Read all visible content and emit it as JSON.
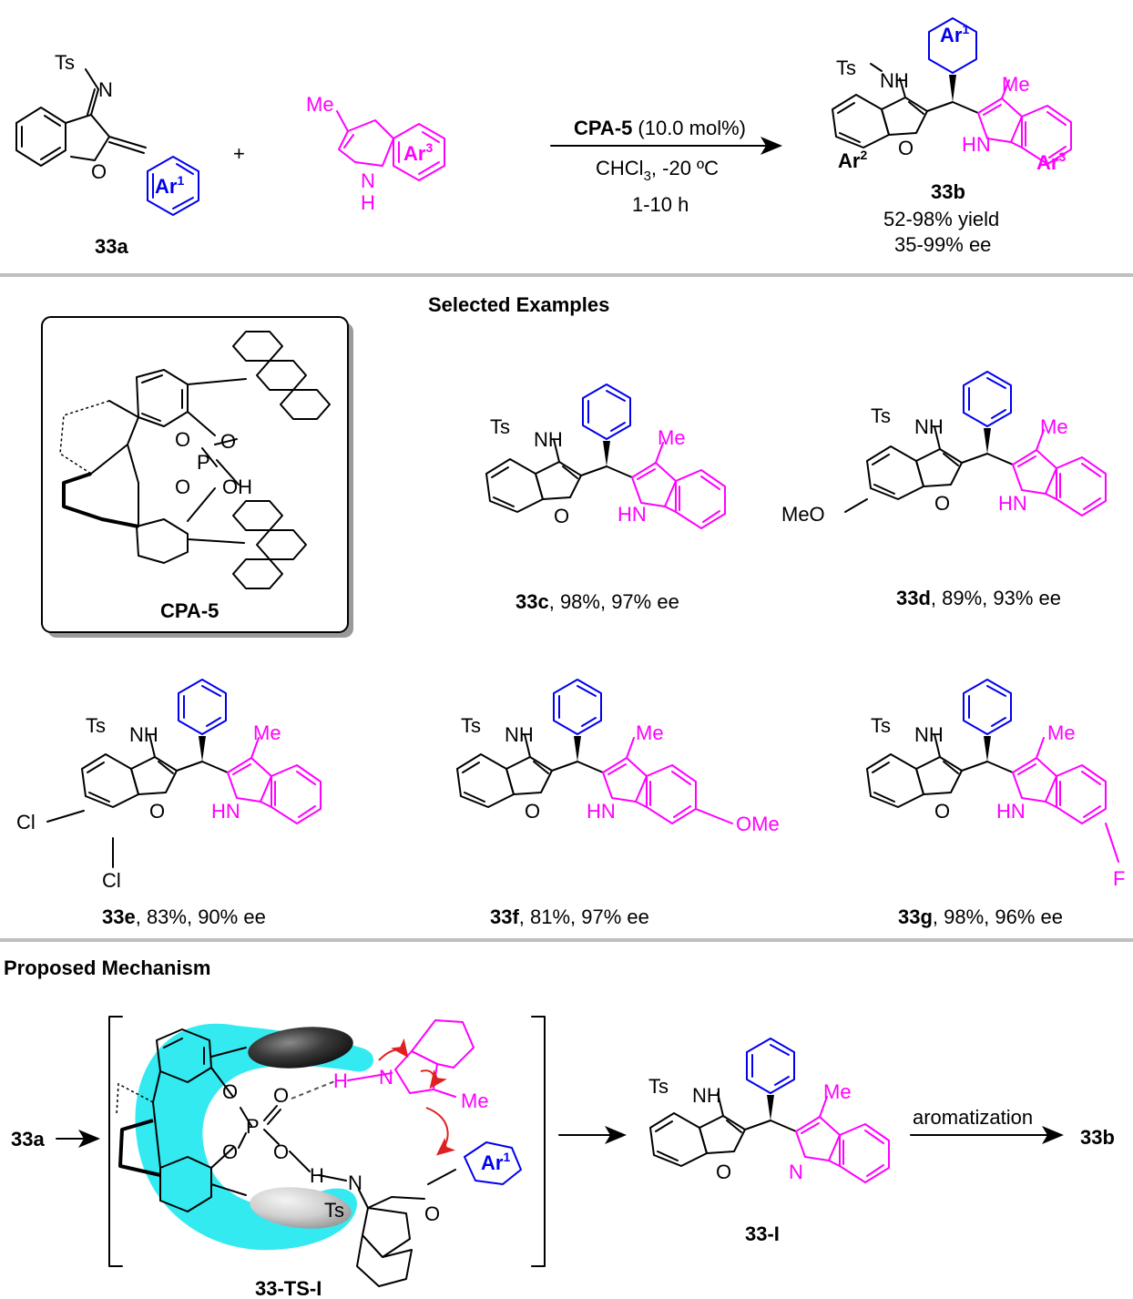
{
  "colors": {
    "indole": "#ff00ff",
    "aryl": "#0000ee",
    "cyan_shading": "#00e5ee",
    "separator": "#bfbfbf",
    "arrow_red": "#e02020"
  },
  "scheme": {
    "substrate": {
      "label": "33a",
      "ts": "Ts",
      "n": "N",
      "o": "O",
      "ar": "Ar",
      "ar_sup": "1"
    },
    "plus": "+",
    "indole": {
      "me": "Me",
      "n": "N",
      "h": "H",
      "ar": "Ar",
      "ar_sup": "3"
    },
    "conditions": {
      "catalyst": "CPA-5",
      "loading": "(10.0 mol%)",
      "solvent": "CHCl",
      "solvent_sub": "3",
      "temp": ", -20 ºC",
      "time": "1-10 h"
    },
    "product": {
      "label": "33b",
      "yield": "52-98% yield",
      "ee": "35-99% ee",
      "ts": "Ts",
      "nh": "NH",
      "o": "O",
      "hn": "HN",
      "me": "Me",
      "ar1": "Ar",
      "ar1_sup": "1",
      "ar2": "Ar",
      "ar2_sup": "2",
      "ar3": "Ar",
      "ar3_sup": "3"
    }
  },
  "examples_title": "Selected Examples",
  "catalyst": {
    "label": "CPA-5",
    "o1": "O",
    "o2": "O",
    "o3": "O",
    "p": "P",
    "oh": "OH"
  },
  "examples": [
    {
      "id": "33c",
      "result": ", 98%, 97% ee"
    },
    {
      "id": "33d",
      "result": ", 89%, 93% ee",
      "sub": "MeO"
    },
    {
      "id": "33e",
      "result": ", 83%, 90% ee",
      "cl1": "Cl",
      "cl2": "Cl"
    },
    {
      "id": "33f",
      "result": ", 81%, 97% ee",
      "sub": "OMe"
    },
    {
      "id": "33g",
      "result": ", 98%, 96% ee",
      "sub": "F"
    }
  ],
  "common": {
    "ts": "Ts",
    "nh": "NH",
    "o": "O",
    "hn": "HN",
    "me": "Me"
  },
  "mechanism": {
    "title": "Proposed Mechanism",
    "start": "33a",
    "ts_label": "33-TS-I",
    "intermediate": "33-I",
    "step_label": "aromatization",
    "end": "33b",
    "ts_atoms": {
      "o1": "O",
      "o2": "O",
      "o3": "O",
      "o4": "O",
      "p": "P",
      "h1": "H",
      "n1": "N",
      "me": "Me",
      "h2": "H",
      "n2": "N",
      "ts": "Ts",
      "o5": "O",
      "ar": "Ar",
      "ar_sup": "1"
    },
    "int_atoms": {
      "ts": "Ts",
      "nh": "NH",
      "o": "O",
      "n": "N",
      "me": "Me"
    }
  }
}
